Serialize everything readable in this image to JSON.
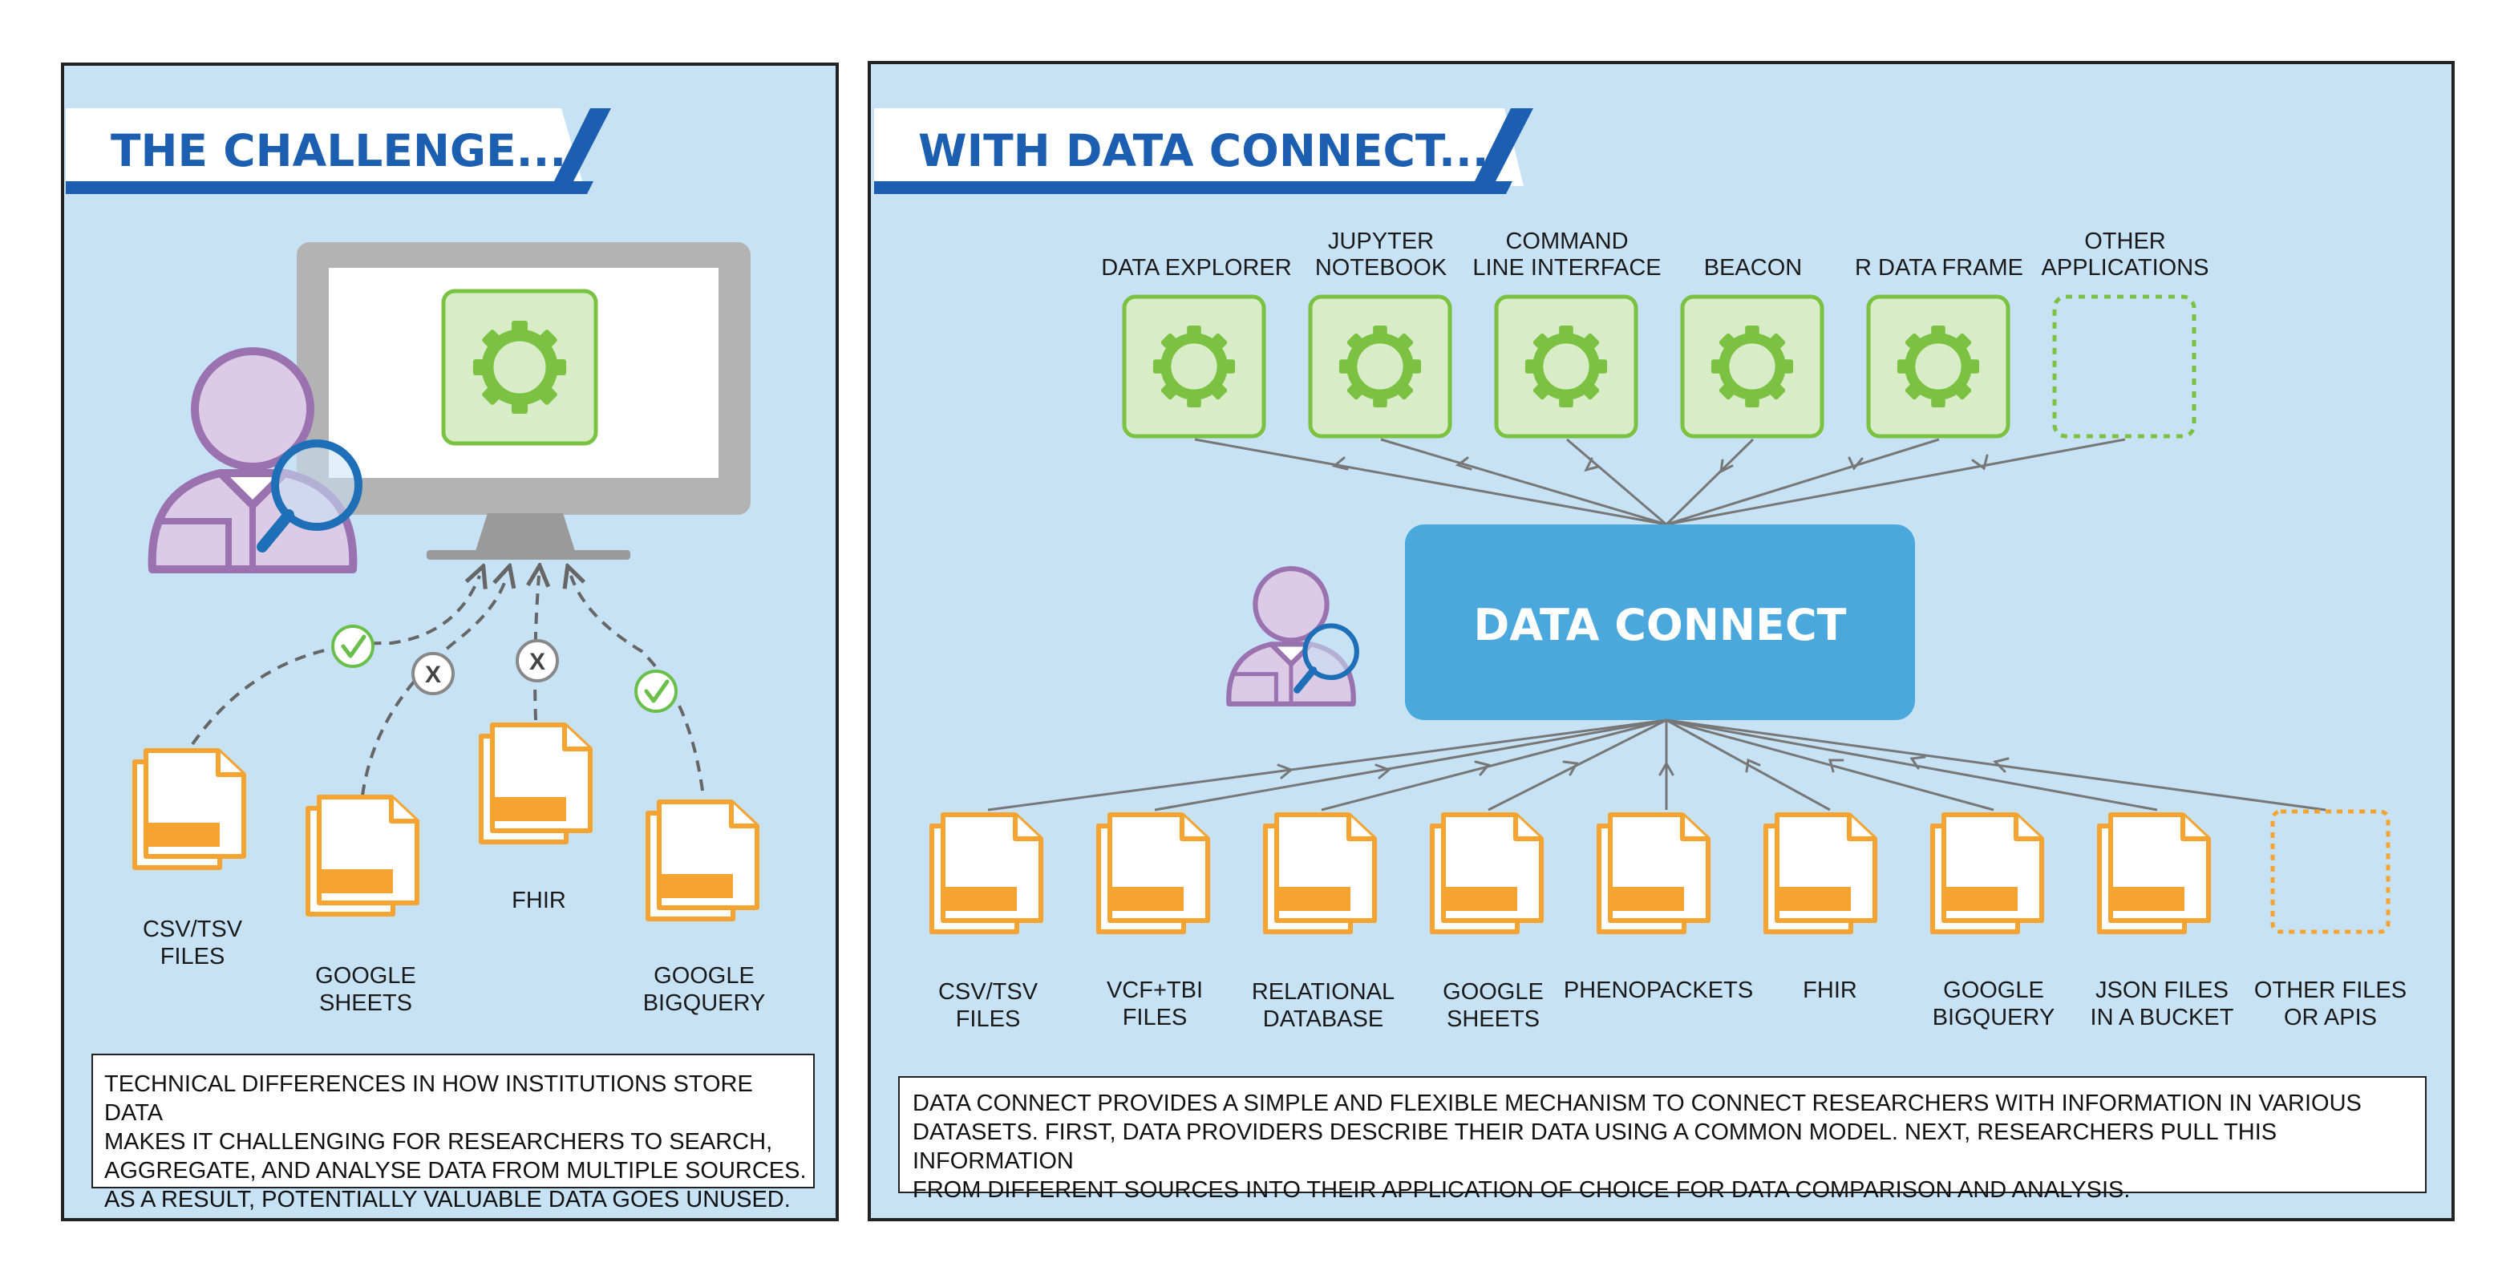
{
  "left_panel": {
    "title": "THE CHALLENGE...",
    "sources": [
      {
        "line1": "CSV/TSV",
        "line2": "FILES",
        "status": "check"
      },
      {
        "line1": "GOOGLE",
        "line2": "SHEETS",
        "status": "x"
      },
      {
        "line1": "FHIR",
        "line2": "",
        "status": "x"
      },
      {
        "line1": "GOOGLE",
        "line2": "BIGQUERY",
        "status": "check"
      }
    ],
    "status_x_glyph": "X",
    "description": [
      "TECHNICAL DIFFERENCES IN HOW INSTITUTIONS STORE DATA",
      "MAKES IT CHALLENGING FOR RESEARCHERS TO SEARCH,",
      "AGGREGATE, AND ANALYSE DATA FROM MULTIPLE SOURCES.",
      "AS A RESULT, POTENTIALLY VALUABLE DATA GOES UNUSED."
    ]
  },
  "right_panel": {
    "title": "WITH DATA CONNECT...",
    "hub_label": "DATA CONNECT",
    "applications": [
      {
        "line1": "",
        "line2": "DATA EXPLORER"
      },
      {
        "line1": "JUPYTER",
        "line2": "NOTEBOOK"
      },
      {
        "line1": "COMMAND",
        "line2": "LINE INTERFACE"
      },
      {
        "line1": "",
        "line2": "BEACON"
      },
      {
        "line1": "",
        "line2": "R DATA FRAME"
      },
      {
        "line1": "OTHER",
        "line2": "APPLICATIONS"
      }
    ],
    "sources": [
      {
        "line1": "CSV/TSV",
        "line2": "FILES"
      },
      {
        "line1": "VCF+TBI",
        "line2": "FILES"
      },
      {
        "line1": "RELATIONAL",
        "line2": "DATABASE"
      },
      {
        "line1": "GOOGLE",
        "line2": "SHEETS"
      },
      {
        "line1": "PHENOPACKETS",
        "line2": ""
      },
      {
        "line1": "FHIR",
        "line2": ""
      },
      {
        "line1": "GOOGLE",
        "line2": "BIGQUERY"
      },
      {
        "line1": "JSON FILES",
        "line2": "IN A BUCKET"
      },
      {
        "line1": "OTHER FILES",
        "line2": "OR APIS"
      }
    ],
    "description": [
      "DATA CONNECT PROVIDES A SIMPLE AND FLEXIBLE MECHANISM TO CONNECT RESEARCHERS WITH INFORMATION IN VARIOUS",
      "DATASETS. FIRST, DATA PROVIDERS DESCRIBE THEIR DATA USING A COMMON MODEL. NEXT, RESEARCHERS PULL THIS INFORMATION",
      "FROM DIFFERENT SOURCES INTO THEIR APPLICATION OF CHOICE FOR DATA COMPARISON AND ANALYSIS."
    ]
  },
  "colors": {
    "panel_bg": "#c6e2f4",
    "banner_blue": "#1c5fb0",
    "hub_blue": "#4aa8dc",
    "gear_green": "#7cc242",
    "gear_box_fill": "#d8ecc7",
    "doc_orange": "#f5a331",
    "person_purple": "#9b72b0",
    "person_fill": "#dccbe6",
    "magnifier_blue": "#1f6fb8",
    "monitor_gray": "#b3b3b3",
    "arrow_gray": "#666666",
    "check_green": "#6abf4b"
  }
}
